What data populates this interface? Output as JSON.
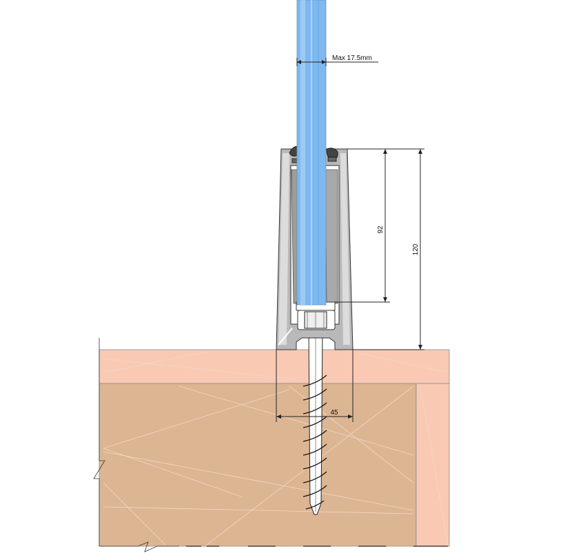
{
  "drawing": {
    "dimensions": {
      "glass_thickness": "Max 17.5mm",
      "insertion_depth": "92",
      "profile_height": "120",
      "base_width": "45"
    },
    "colors": {
      "glass": "#7fb8ef",
      "glass_highlight": "#a9d2f7",
      "profile": "#b9b9b9",
      "profile_light": "#e4e4e4",
      "wood_top": "#f9c9b4",
      "wood_body": "#dcb593",
      "wood_side": "#f9c9b4",
      "outline": "#222222"
    }
  }
}
